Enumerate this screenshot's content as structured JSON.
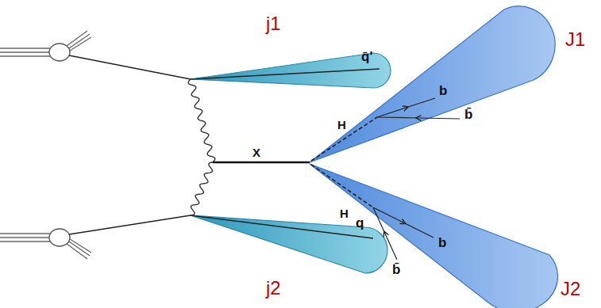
{
  "diagram": {
    "nodes": [
      {
        "text": [
          "j1",
          "q̄'"
        ]
      },
      {
        "text": [
          "J1",
          "H",
          "b",
          "b̄"
        ]
      },
      {
        "text": [
          "q",
          "j2"
        ]
      },
      {
        "text": [
          "H",
          "b",
          "b̄",
          "J2"
        ]
      }
    ],
    "labels": [
      "X"
    ]
  }
}
